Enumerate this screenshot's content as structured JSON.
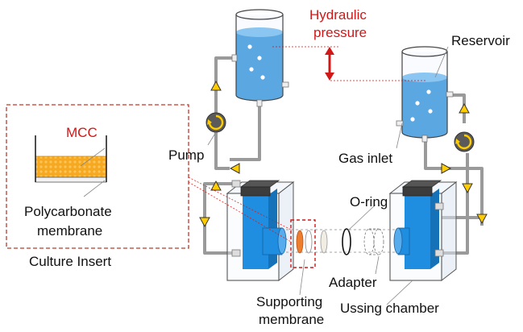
{
  "labels": {
    "hydraulic": "Hydraulic",
    "pressure": "pressure",
    "reservoir": "Reservoir",
    "mcc": "MCC",
    "pump": "Pump",
    "gas_inlet": "Gas inlet",
    "o_ring": "O-ring",
    "polycarbonate": "Polycarbonate",
    "membrane": "membrane",
    "culture_insert": "Culture Insert",
    "adapter": "Adapter",
    "supporting": "Supporting",
    "supporting_membrane": "membrane",
    "ussing_chamber": "Ussing chamber"
  },
  "colors": {
    "water_blue": "#2d8fd9",
    "block_blue": "#1f8ee0",
    "lid_gray": "#555555",
    "tube_gray": "#9a9a9a",
    "arrow_yellow": "#ffcc00",
    "highlight_red": "#d01818",
    "mcc_orange": "#f4a427",
    "membrane_orange": "#ee7d2e"
  },
  "icons": {
    "pump": "pump-rotor-icon",
    "flow": "flow-arrow-icon",
    "pressure": "double-headed-arrow-icon"
  }
}
